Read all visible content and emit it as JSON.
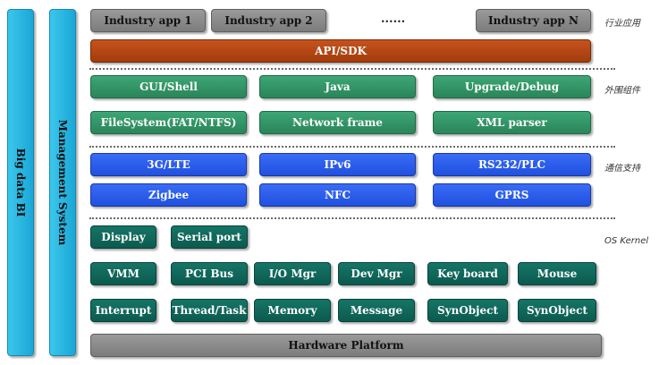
{
  "side_bars": {
    "big_data": "Big data BI",
    "management": "Management System"
  },
  "industry": {
    "app1": "Industry app 1",
    "app2": "Industry app 2",
    "ellipsis": "......",
    "appN": "Industry app N"
  },
  "api": "API/SDK",
  "peripheral": {
    "row1": [
      "GUI/Shell",
      "Java",
      "Upgrade/Debug"
    ],
    "row2": [
      "FileSystem(FAT/NTFS)",
      "Network frame",
      "XML parser"
    ]
  },
  "comm": {
    "row1": [
      "3G/LTE",
      "IPv6",
      "RS232/PLC"
    ],
    "row2": [
      "Zigbee",
      "NFC",
      "GPRS"
    ]
  },
  "kernel": {
    "row0": [
      "Display",
      "Serial port"
    ],
    "row1": [
      "VMM",
      "PCI Bus",
      "I/O Mgr",
      "Dev Mgr",
      "Key board",
      "Mouse"
    ],
    "row2": [
      "Interrupt",
      "Thread/Task",
      "Memory",
      "Message",
      "SynObject",
      "SynObject"
    ]
  },
  "hardware": "Hardware Platform",
  "side_labels": {
    "industry": "行业应用",
    "peripheral": "外围组件",
    "comm": "通信支持",
    "kernel": "OS Kernel"
  },
  "colors": {
    "app_gray": "#8a8a8a",
    "api_red": "#b3461a",
    "peripheral_green": "#35976a",
    "comm_blue": "#2f5ef0",
    "kernel_teal": "#11685c",
    "side_cyan": "#2bb7e2"
  }
}
